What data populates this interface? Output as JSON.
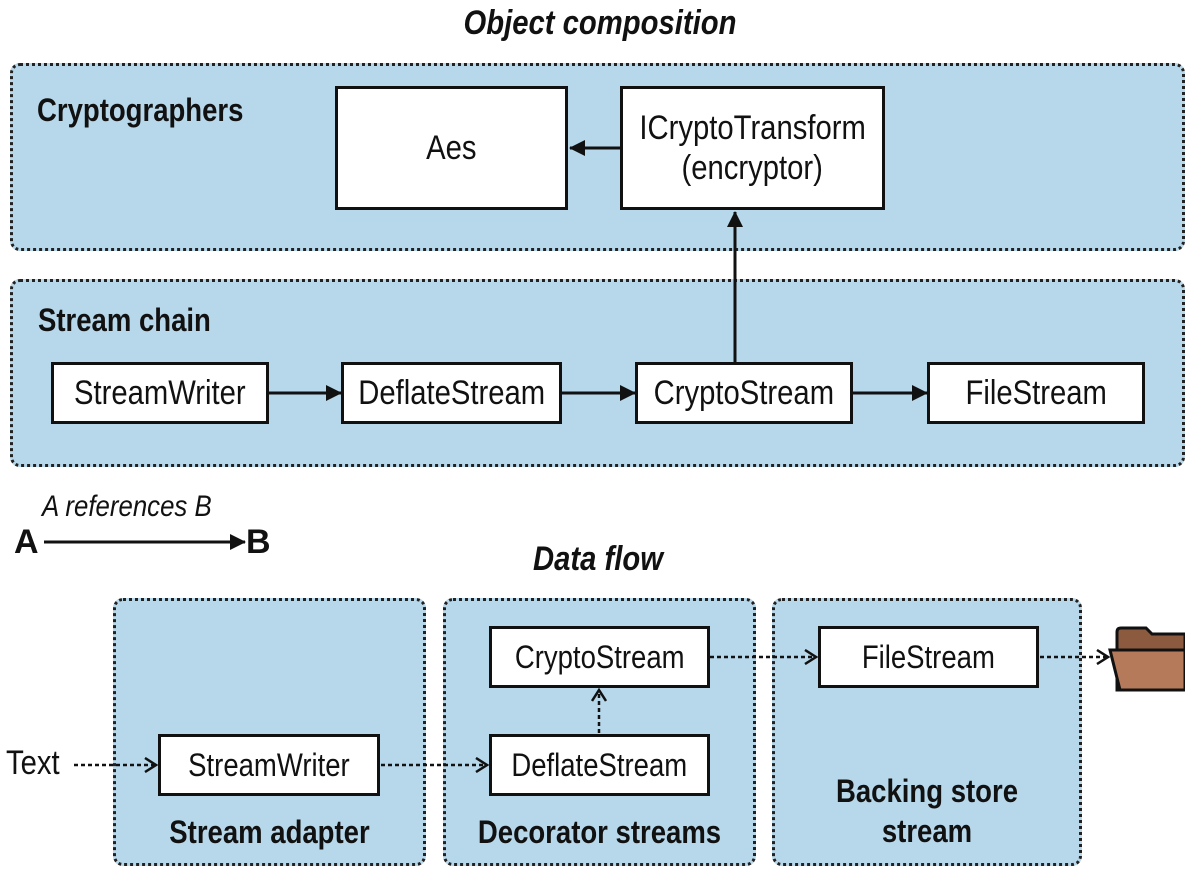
{
  "object_composition": {
    "title": "Object composition",
    "cryptographers": {
      "label": "Cryptographers",
      "aes": "Aes",
      "transform_line1": "ICryptoTransform",
      "transform_line2": "(encryptor)"
    },
    "stream_chain": {
      "label": "Stream chain",
      "nodes": [
        "StreamWriter",
        "DeflateStream",
        "CryptoStream",
        "FileStream"
      ]
    }
  },
  "legend": {
    "from": "A",
    "to": "B",
    "caption": "A references B"
  },
  "data_flow": {
    "title": "Data flow",
    "input_label": "Text",
    "groups": {
      "stream_adapter": {
        "label": "Stream adapter",
        "node": "StreamWriter"
      },
      "decorator_streams": {
        "label": "Decorator streams",
        "top_node": "CryptoStream",
        "bottom_node": "DeflateStream"
      },
      "backing_store": {
        "label_line1": "Backing store",
        "label_line2": "stream",
        "node": "FileStream"
      }
    },
    "output_icon": "folder-icon",
    "colors": {
      "folder": "#b57a5a",
      "folder_dark": "#8c5a3f"
    }
  },
  "colors": {
    "panel_fill": "#b7d7ea",
    "border": "#111111"
  }
}
